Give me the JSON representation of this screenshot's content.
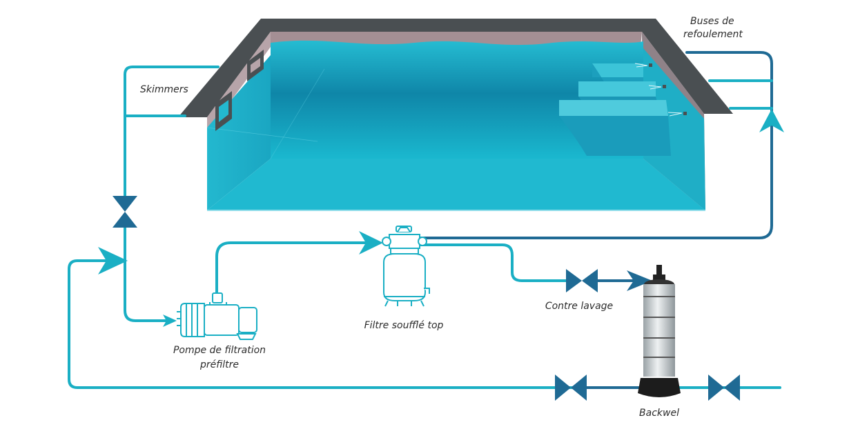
{
  "labels": {
    "buses_line1": "Buses de",
    "buses_line2": "refoulement",
    "skimmers": "Skimmers",
    "pump_line1": "Pompe de filtration",
    "pump_line2": "préfiltre",
    "filter": "Filtre soufflé top",
    "backwash": "Contre lavage",
    "backwel": "Backwel"
  },
  "colors": {
    "pipe_light": "#1aafc4",
    "pipe_dark": "#1f6a94",
    "pool_coping": "#4a4f52",
    "pool_wall_top": "#a48f94",
    "water": "#1bb6cf",
    "valve": "#1f6a94"
  }
}
